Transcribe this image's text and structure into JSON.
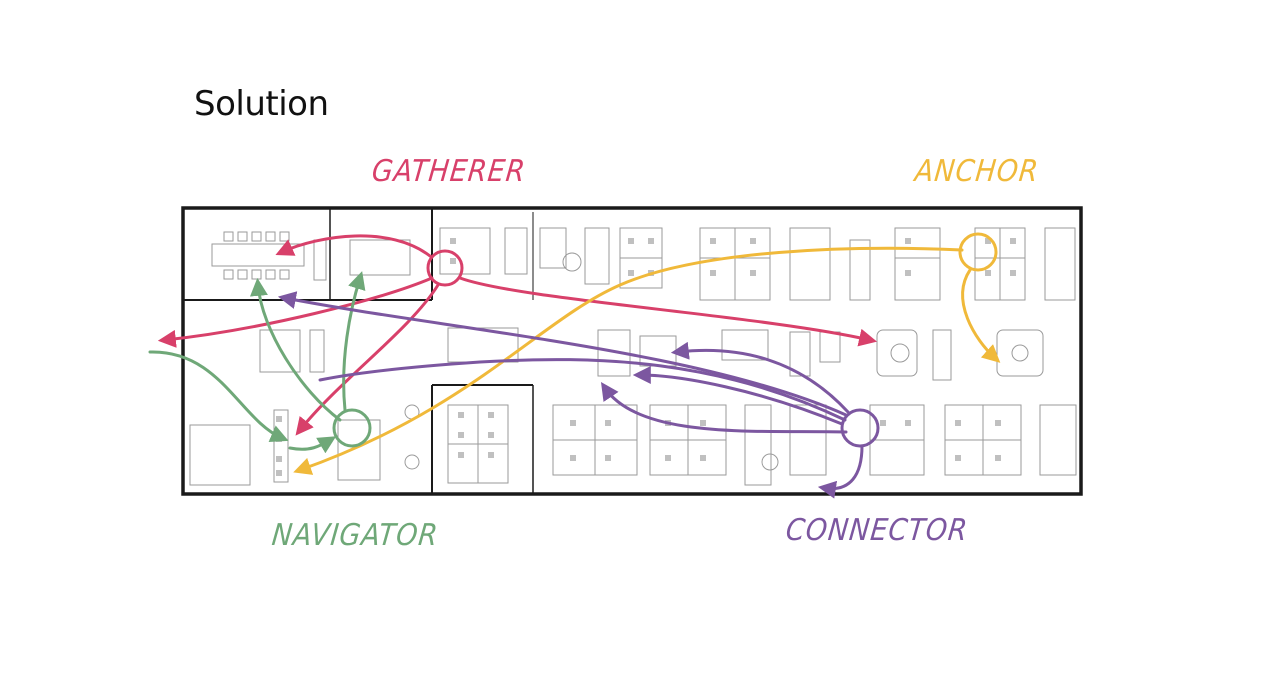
{
  "page": {
    "title": "Solution"
  },
  "personas": {
    "gatherer": {
      "label": "GATHERER",
      "color": "#d8406a"
    },
    "anchor": {
      "label": "ANCHOR",
      "color": "#f0b93a"
    },
    "navigator": {
      "label": "NAVIGATOR",
      "color": "#6fa878"
    },
    "connector": {
      "label": "CONNECTOR",
      "color": "#7c57a0"
    }
  },
  "plan": {
    "wall_color": "#1a1a1a",
    "furniture_color": "#9a9a9a"
  }
}
